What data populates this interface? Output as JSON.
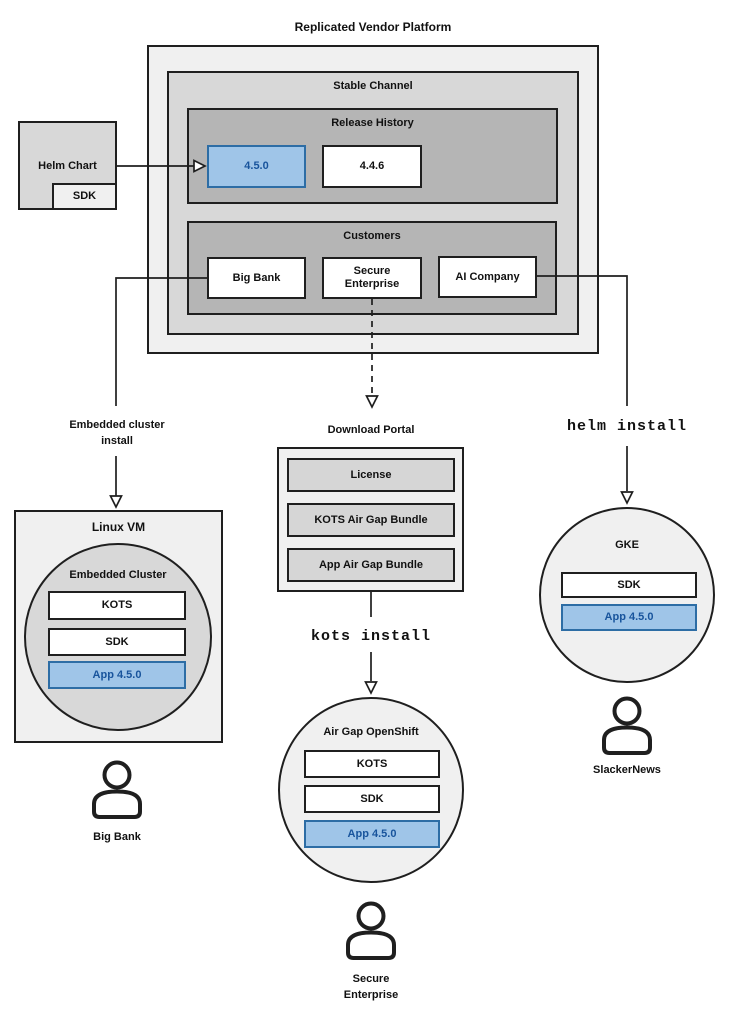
{
  "colors": {
    "accent_fill": "#9fc5e8",
    "accent_border": "#2d6da5",
    "accent_text": "#18549c"
  },
  "title": "Replicated Vendor Platform",
  "platform": {
    "stable_channel": "Stable Channel",
    "release_history": {
      "title": "Release History",
      "releases": [
        {
          "version": "4.5.0",
          "highlighted": true
        },
        {
          "version": "4.4.6",
          "highlighted": false
        }
      ]
    },
    "customers": {
      "title": "Customers",
      "items": [
        {
          "name": "Big Bank"
        },
        {
          "name": "Secure Enterprise"
        },
        {
          "name": "AI Company"
        }
      ]
    }
  },
  "helm_chart": {
    "title": "Helm Chart",
    "sdk": "SDK"
  },
  "left_flow": {
    "arrow_label": "Embedded cluster install",
    "vm_title": "Linux VM",
    "cluster_title": "Embedded Cluster",
    "components": [
      "KOTS",
      "SDK",
      "App 4.5.0"
    ],
    "user": "Big Bank"
  },
  "middle_flow": {
    "portal_title": "Download Portal",
    "portal_items": [
      "License",
      "KOTS Air Gap Bundle",
      "App Air Gap Bundle"
    ],
    "command": "kots install",
    "cluster_title": "Air Gap OpenShift",
    "components": [
      "KOTS",
      "SDK",
      "App 4.5.0"
    ],
    "user": "Secure Enterprise"
  },
  "right_flow": {
    "command": "helm install",
    "cluster_title": "GKE",
    "components": [
      "SDK",
      "App 4.5.0"
    ],
    "user": "SlackerNews"
  }
}
